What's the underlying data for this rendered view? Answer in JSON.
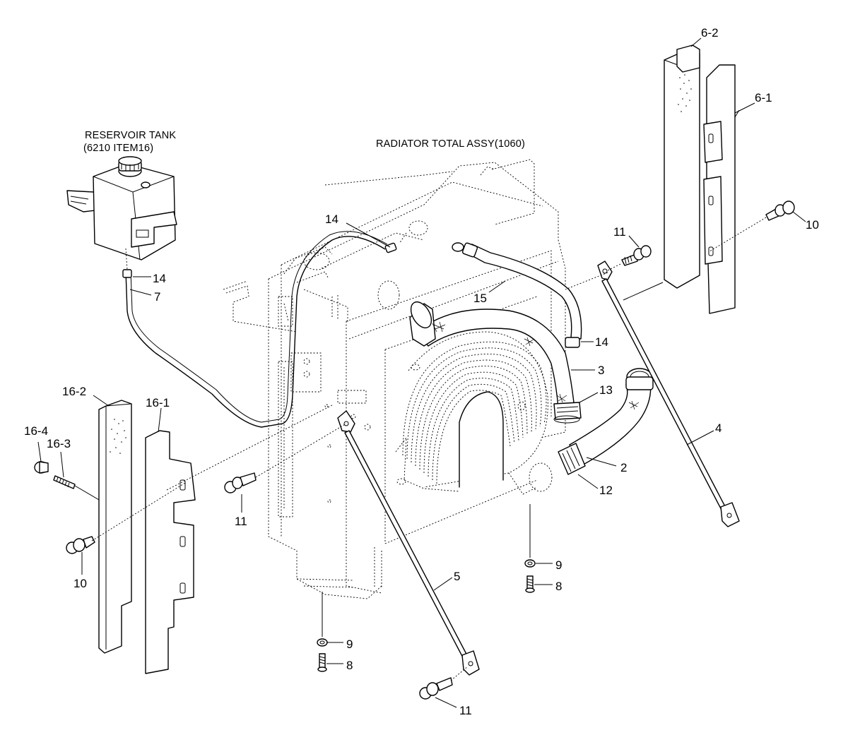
{
  "titles": {
    "reservoir_line1": "RESERVOIR TANK",
    "reservoir_line2": "(6210 ITEM16)",
    "radiator": "RADIATOR TOTAL ASSY(1060)"
  },
  "callouts": {
    "c_6_2": "6-2",
    "c_6_1": "6-1",
    "c_10_top": "10",
    "c_11_top": "11",
    "c_14_top": "14",
    "c_14_tank": "14",
    "c_7": "7",
    "c_15": "15",
    "c_14_right": "14",
    "c_3": "3",
    "c_13": "13",
    "c_4": "4",
    "c_2": "2",
    "c_12": "12",
    "c_16_2": "16-2",
    "c_16_1": "16-1",
    "c_16_4": "16-4",
    "c_16_3": "16-3",
    "c_11_left": "11",
    "c_10_left": "10",
    "c_9_right": "9",
    "c_8_right": "8",
    "c_5": "5",
    "c_9_bottom": "9",
    "c_8_bottom": "8",
    "c_11_bottom": "11"
  }
}
